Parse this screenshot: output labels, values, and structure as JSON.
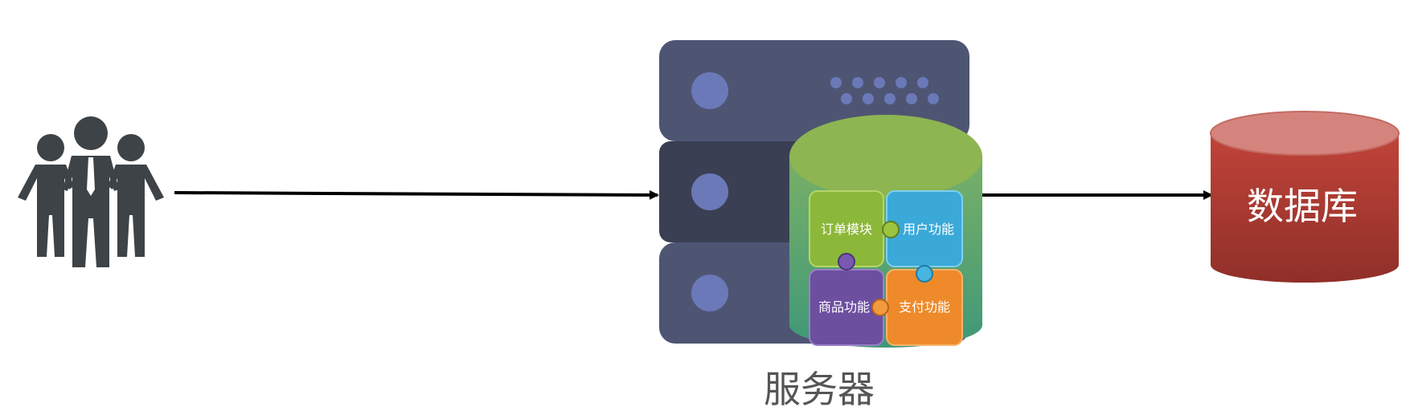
{
  "server": {
    "label": "服务器",
    "modules": [
      {
        "label": "订单模块",
        "color": "#8cb83a"
      },
      {
        "label": "用户功能",
        "color": "#3aa9d8"
      },
      {
        "label": "商品功能",
        "color": "#6d4fa0"
      },
      {
        "label": "支付功能",
        "color": "#ee8a2a"
      }
    ]
  },
  "database": {
    "label": "数据库",
    "color": "#b03a30"
  },
  "users": {
    "icon": "users-group-icon"
  },
  "colors": {
    "server_rack": "#4e5573",
    "server_rack_dark": "#3a3f53",
    "server_light": "#6b79b8",
    "container_top": "#8db552",
    "container_body": "#5ea878",
    "arrow": "#000000",
    "people": "#3d4347"
  }
}
